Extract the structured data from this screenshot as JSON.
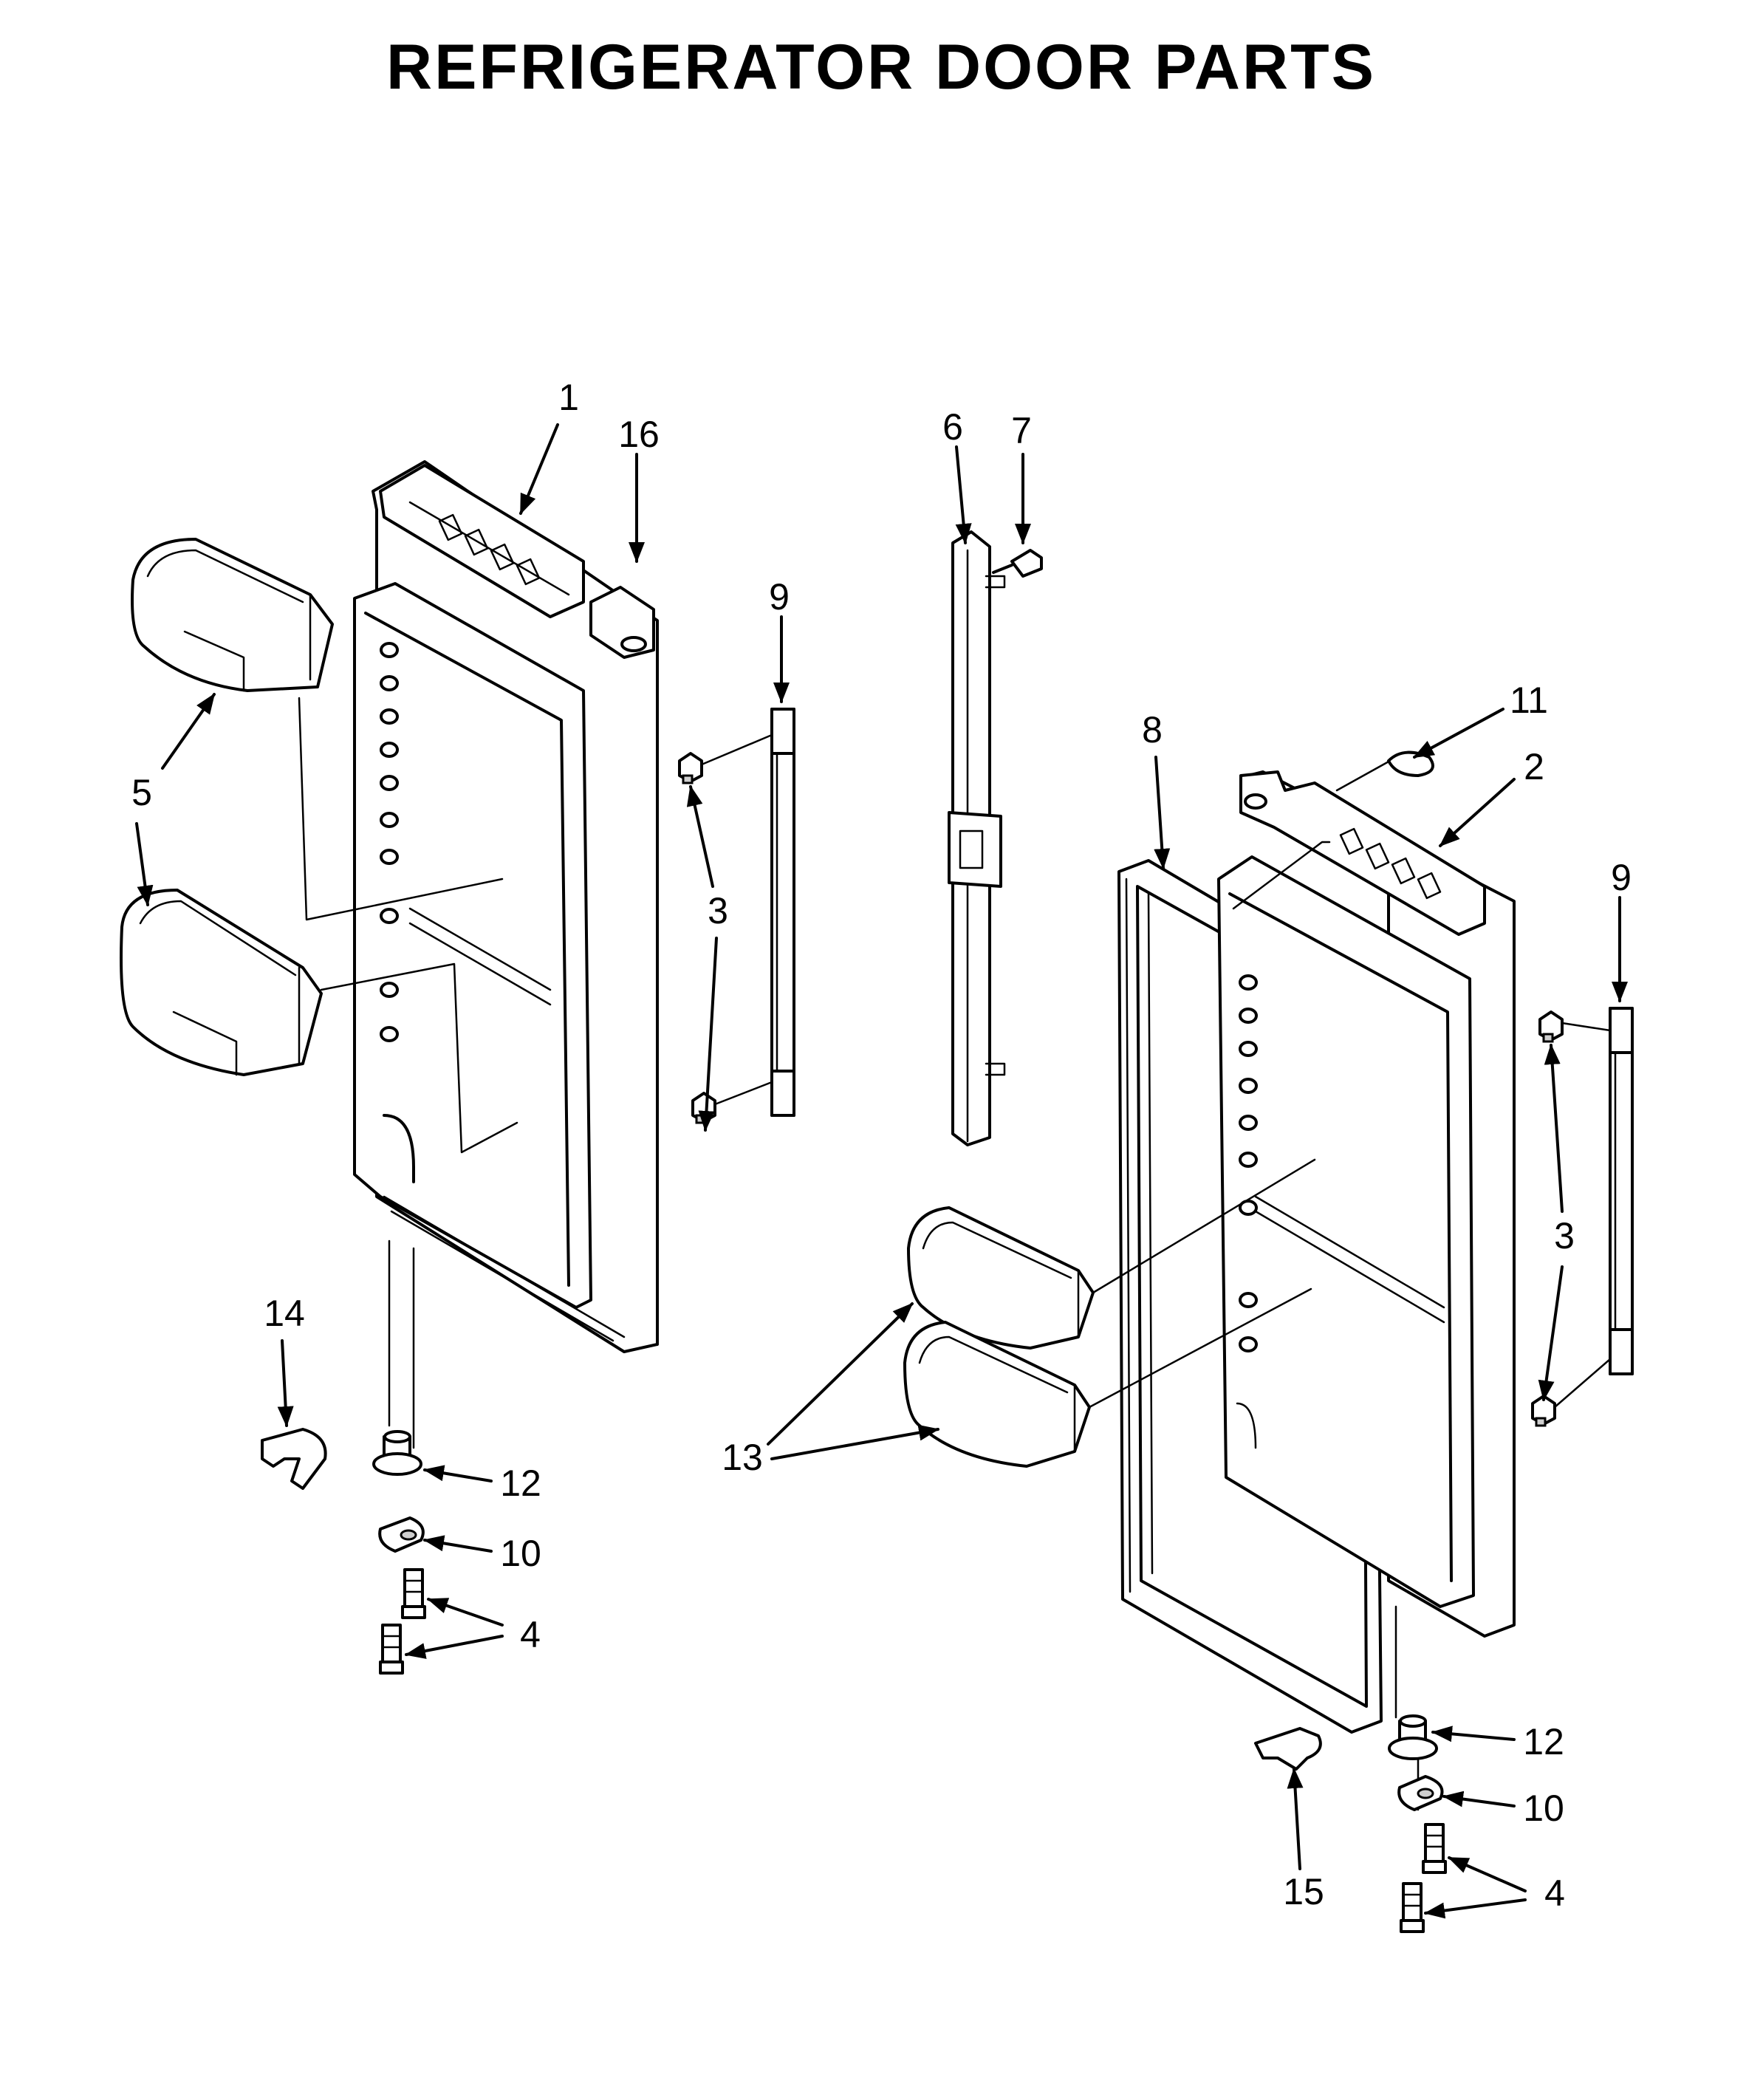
{
  "title": "REFRIGERATOR DOOR PARTS",
  "callouts": {
    "c1": "1",
    "c16": "16",
    "c6": "6",
    "c7": "7",
    "c9a": "9",
    "c5": "5",
    "c3a": "3",
    "c11": "11",
    "c8": "8",
    "c2": "2",
    "c9b": "9",
    "c3b": "3",
    "c14": "14",
    "c13": "13",
    "c12a": "12",
    "c10a": "10",
    "c4a": "4",
    "c12b": "12",
    "c10b": "10",
    "c15": "15",
    "c4b": "4"
  }
}
